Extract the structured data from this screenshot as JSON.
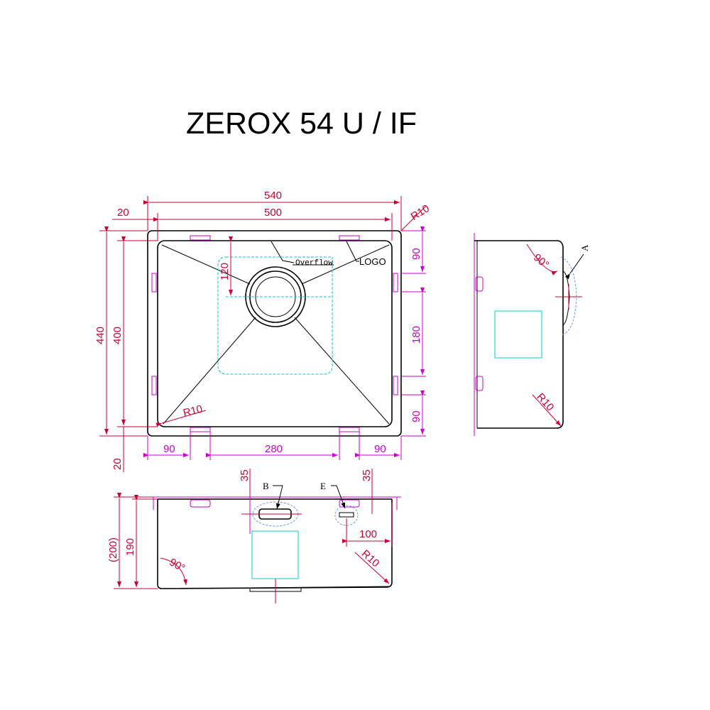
{
  "title": "ZEROX 54 U / IF",
  "colors": {
    "dimension_outer": "#cc0033",
    "dimension_inner": "#cc00cc",
    "outline": "#000000",
    "hidden": "#00cccc"
  },
  "top_view": {
    "dims": {
      "overall_width": "540",
      "inner_width": "500",
      "left_margin": "20",
      "corner_radius_outer": "R10",
      "overall_height": "440",
      "inner_height": "400",
      "bottom_margin": "20",
      "drain_offset": "120",
      "right_top": "90",
      "right_mid": "180",
      "right_bottom": "90",
      "bottom_left": "90",
      "bottom_mid": "280",
      "bottom_right": "90",
      "corner_radius_inner": "R10"
    },
    "labels": {
      "overflow": "Overflow",
      "logo": "LOGO"
    }
  },
  "side_view": {
    "angle": "90°",
    "corner_radius": "R10",
    "detail": "A"
  },
  "front_view": {
    "dims": {
      "overflow_offset": "35",
      "tap_offset": "35",
      "tap_from_edge": "100",
      "height_total": "(200)",
      "height_inner": "190",
      "corner_radius": "R10",
      "angle": "90°"
    },
    "labels": {
      "overflow_detail": "B",
      "tap_detail": "E"
    }
  }
}
